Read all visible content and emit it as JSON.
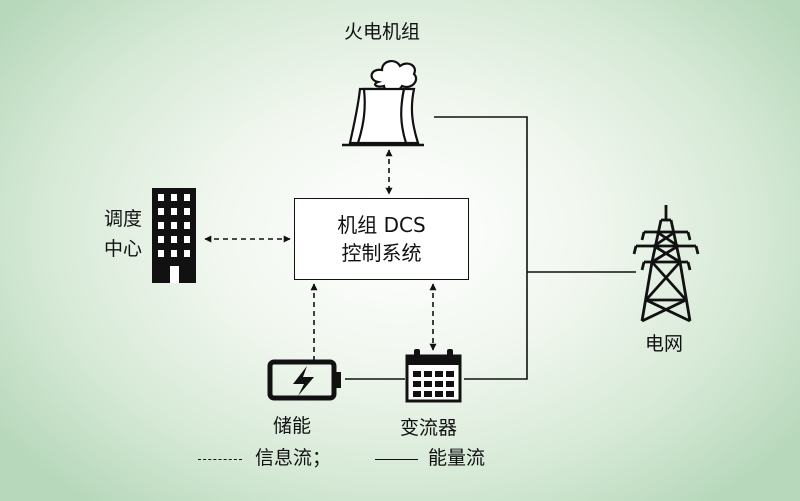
{
  "nodes": {
    "thermal_unit": "火电机组",
    "dispatch_center_line1": "调度",
    "dispatch_center_line2": "中心",
    "dcs_line1": "机组 DCS",
    "dcs_line2": "控制系统",
    "storage": "储能",
    "converter": "变流器",
    "grid": "电网"
  },
  "legend": {
    "info_flow": "信息流；",
    "energy_flow": "能量流"
  },
  "icons": [
    "cooling-tower-icon",
    "building-icon",
    "battery-icon",
    "converter-icon",
    "transmission-tower-icon"
  ]
}
